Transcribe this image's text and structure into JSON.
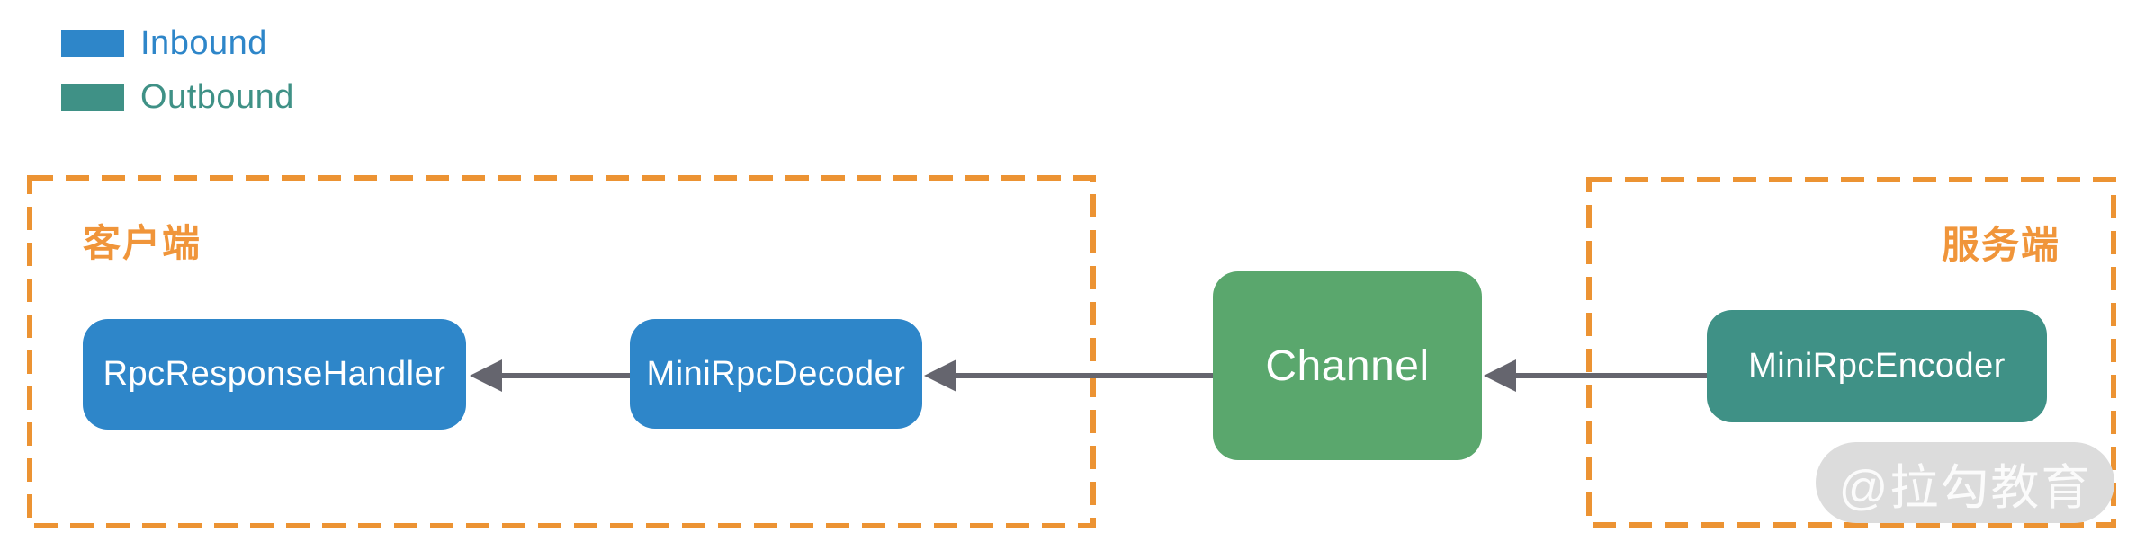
{
  "legend": {
    "items": [
      {
        "id": "inbound",
        "label": "Inbound",
        "color": "#2E86C9"
      },
      {
        "id": "outbound",
        "label": "Outbound",
        "color": "#3F9186"
      }
    ]
  },
  "groups": {
    "client": {
      "label": "客户端"
    },
    "server": {
      "label": "服务端"
    }
  },
  "nodes": {
    "rpc_response_handler": {
      "label": "RpcResponseHandler",
      "color": "#2E86C9"
    },
    "mini_rpc_decoder": {
      "label": "MiniRpcDecoder",
      "color": "#2E86C9"
    },
    "channel": {
      "label": "Channel",
      "color": "#5AA76D"
    },
    "mini_rpc_encoder": {
      "label": "MiniRpcEncoder",
      "color": "#3F9186"
    }
  },
  "flow": {
    "direction": "right-to-left",
    "edges": [
      {
        "from": "mini_rpc_encoder",
        "to": "channel"
      },
      {
        "from": "channel",
        "to": "mini_rpc_decoder"
      },
      {
        "from": "mini_rpc_decoder",
        "to": "rpc_response_handler"
      }
    ]
  },
  "watermark": {
    "text": "@拉勾教育"
  },
  "colors": {
    "group_border": "#EC9333",
    "group_label": "#F0953A",
    "arrow": "#65656E",
    "watermark_bg": "#DCDCDC",
    "watermark_text": "#FBFBFB"
  }
}
